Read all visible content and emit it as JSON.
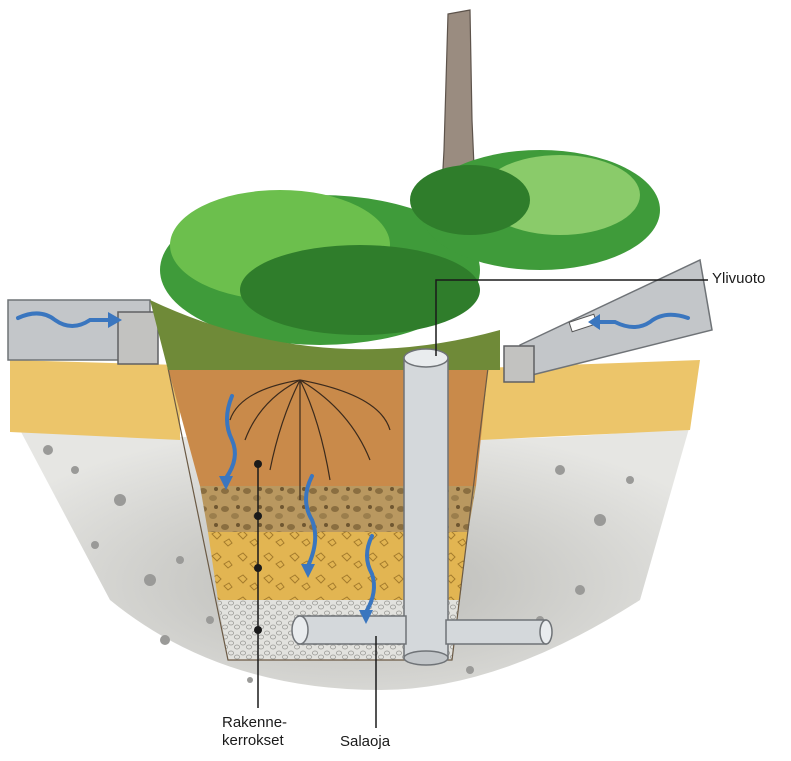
{
  "labels": {
    "overflow": "Ylivuoto",
    "layers_line1": "Rakenne-",
    "layers_line2": "kerrokset",
    "drain": "Salaoja"
  },
  "colors": {
    "water_arrow": "#3a76bf",
    "pipe": "#d4d8db",
    "topsoil": "#c98a4a",
    "sand_layer": "#e2b552",
    "gravel_layer": "#b99860",
    "base_gravel": "#dcdcd8",
    "ground_yellow": "#ecc56a",
    "pavement": "#b9bcbf",
    "foliage": "#3f9b3a",
    "trunk": "#9a8c80"
  },
  "icons": [
    "water-flow-arrow",
    "drain-pipe",
    "overflow-pipe",
    "tree-trunk",
    "fern-plant"
  ]
}
